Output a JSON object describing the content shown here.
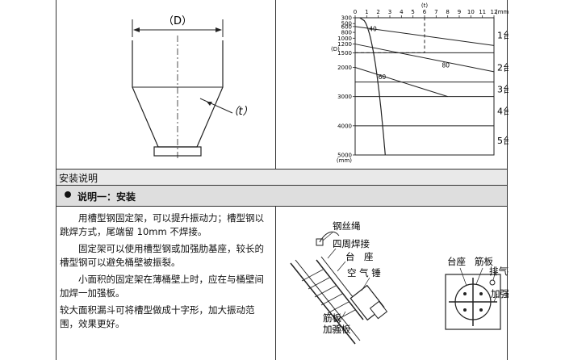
{
  "hopper": {
    "diameter_label": "（D）",
    "thickness_label": "（t）"
  },
  "chart_data": {
    "type": "line",
    "title": "",
    "xlabel": "(t)",
    "xunit": "(mm)",
    "ylabel": "(D)",
    "yunit": "(mm)",
    "x_ticks": [
      0,
      1,
      2,
      3,
      4,
      5,
      6,
      7,
      8,
      9,
      10,
      11,
      12
    ],
    "y_ticks": [
      300,
      500,
      600,
      800,
      1000,
      1200,
      1500,
      2000,
      3000,
      4000,
      5000
    ],
    "xlim": [
      0,
      12
    ],
    "ylim": [
      300,
      5000
    ],
    "grid": false,
    "zones": [
      {
        "label": "1台",
        "d_max": 1500
      },
      {
        "label": "2台",
        "d_max": 2500
      },
      {
        "label": "3台",
        "d_max": 3000
      },
      {
        "label": "4台",
        "d_max": 4000
      },
      {
        "label": "5台",
        "d_max": 5000
      }
    ],
    "angle_labels": [
      {
        "text": "40",
        "t": 1.2,
        "d": 750
      },
      {
        "text": "80",
        "t": 7.5,
        "d": 2000
      },
      {
        "text": "60",
        "t": 2.0,
        "d": 2400
      }
    ],
    "dashed_box": {
      "t": 6,
      "d": 1500
    }
  },
  "section": {
    "title": "安装说明"
  },
  "note": {
    "title": "说明一：安装"
  },
  "paragraphs": [
    "用槽型钢固定架，可以提升振动力；槽型钢以跳焊方式，尾端留 10mm 不焊接。",
    "固定架可以使用槽型钢或加强肋基座，较长的槽型钢可以避免桶壁被振裂。",
    "小面积的固定架在薄桶壁上时，应在与桶壁间加焊一加强板。",
    "较大面积漏斗可将槽型做成十字形，加大振动范围，效果更好。"
  ],
  "diagram_side": {
    "wire_rope": "钢丝绳",
    "weld_around": "四周焊接",
    "base": "台　座",
    "vibrator": "空 气 锤",
    "rib": "筋板",
    "reinforce": "加强板"
  },
  "diagram_top": {
    "base": "台座",
    "rib": "筋板",
    "vent": "排气孔",
    "reinforce": "加强板"
  }
}
